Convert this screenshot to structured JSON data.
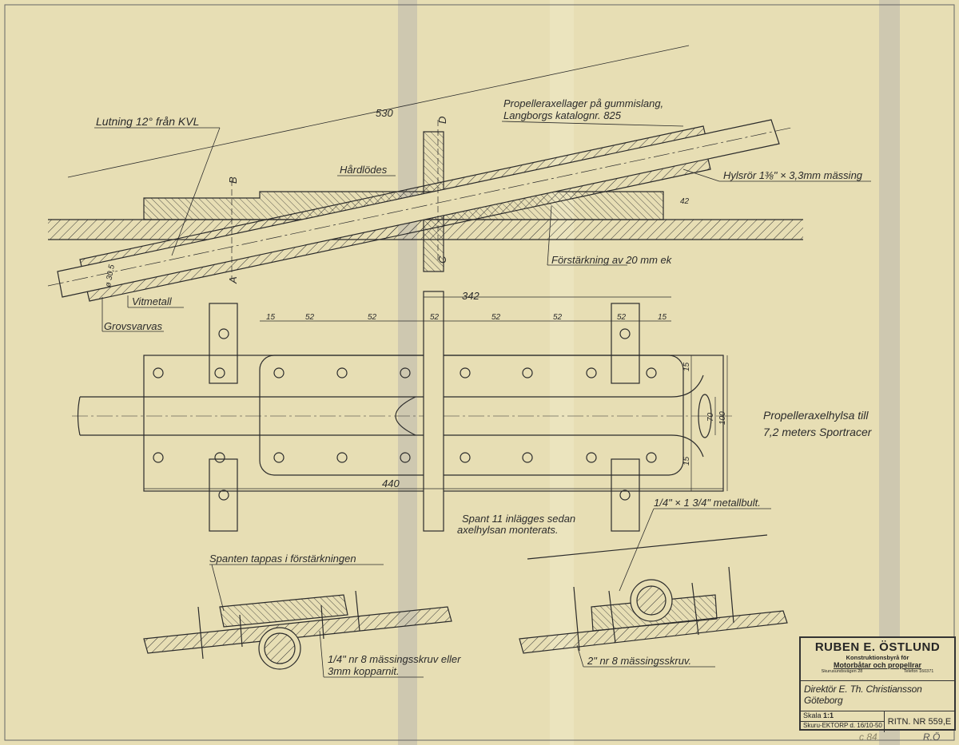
{
  "drawing": {
    "title_lines": [
      "Propelleraxelhylsa till",
      "7,2 meters Sportracer"
    ],
    "section_view": {
      "slope_label": "Lutning 12° från KVL",
      "length_dim": "530",
      "bearing_note": [
        "Propelleraxellager på gummislang,",
        "Langborgs katalognr. 825"
      ],
      "brazed_note": "Hårdlödes",
      "tube_note": "Hylsrör 1⅜\" × 3,3mm mässing",
      "height_dim": "42",
      "reinforcement_note": "Förstärkning av 20 mm ek",
      "diameter_dim": "ø 30,5",
      "white_metal_note": "Vitmetall",
      "rough_turned_note": "Grovsvarvas",
      "section_marks": [
        "A",
        "B",
        "C",
        "D"
      ]
    },
    "plan_view": {
      "overall_dim": "342",
      "spacing_dims": [
        "15",
        "52",
        "52",
        "52",
        "52",
        "52",
        "52",
        "15"
      ],
      "length_dim": "440",
      "width_dims": [
        "15",
        "70",
        "100",
        "15"
      ],
      "frame_note": [
        "Spant 11 inlägges sedan",
        "axelhylsan monterats."
      ]
    },
    "detail_left": {
      "note_top": "Spanten tappas i förstärkningen",
      "note_bottom": [
        "1/4\" nr 8 mässingsskruv eller",
        "3mm kopparnit."
      ]
    },
    "detail_right": {
      "note_top": "1/4\" × 1 3/4\" metallbult.",
      "note_bottom": "2\" nr 8 mässingsskruv."
    }
  },
  "title_block": {
    "firm": "RUBEN E. ÖSTLUND",
    "subtitle": "Konstruktionsbyrå för",
    "specialty": "Motorbåtar och propellrar",
    "address": "Skurusundsvägen 28",
    "phone": "Telefon 160371",
    "client_line1": "Direktör E. Th. Christiansson",
    "client_line2": "Göteborg",
    "scale_label": "Skala",
    "scale_value": "1:1",
    "place_date": "Skuru-EKTORP d. 16/10-50",
    "drawing_number": "RITN. NR 559,E"
  },
  "annotations": {
    "pencil_note": "c 84",
    "initials": "R.Ö"
  },
  "colors": {
    "paper": "#e7deb4",
    "ink": "#2b2b2b",
    "band": "#c9c4b0"
  }
}
